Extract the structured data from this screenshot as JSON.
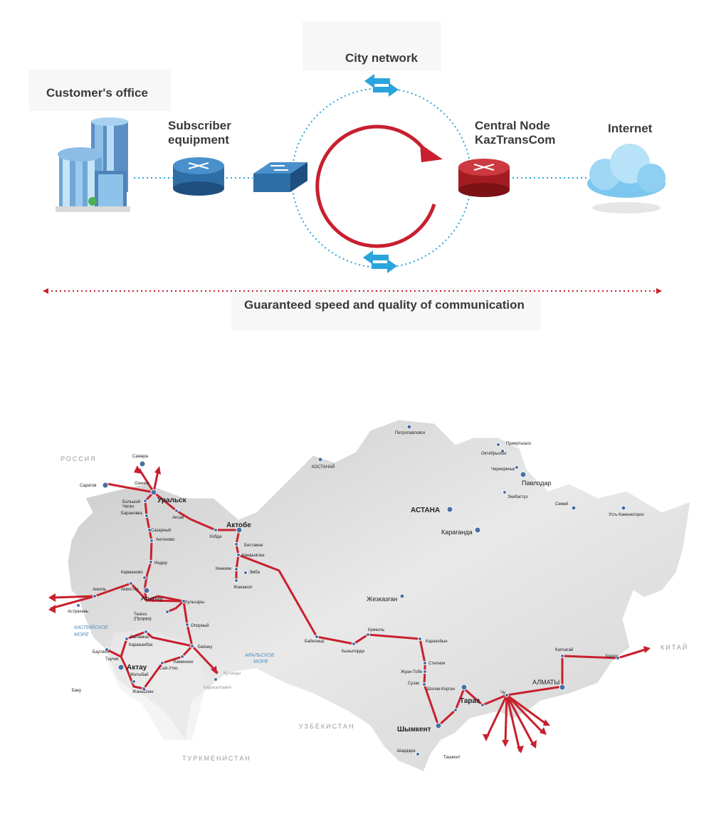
{
  "diagram": {
    "customer_office": "Customer's office",
    "subscriber_equipment": "Subscriber\nequipment",
    "city_network": "City network",
    "central_node": "Central Node\nKazTransCom",
    "internet": "Internet",
    "guarantee": "Guaranteed speed and quality of communication"
  },
  "colors": {
    "route_red": "#c8202e",
    "arrow_blue": "#2aa4dc",
    "land": "#dadada",
    "text": "#3a3a3a"
  },
  "map": {
    "countries": {
      "russia": "РОССИЯ",
      "china": "КИТАЙ",
      "uzbekistan": "УЗБЕКИСТАН",
      "turkmenistan": "ТУРКМЕНИСТАН"
    },
    "seas": {
      "caspian_1": "КАСПИЙСКОЕ",
      "caspian_2": "МОРЕ",
      "aral_1": "АРАЛЬСКОЕ",
      "aral_2": "МОРЕ"
    },
    "outside": {
      "samara": "Самара",
      "saratov": "Саратов",
      "baku": "Баку",
      "tashkent": "Ташкент",
      "astrakhan": "Астрахань"
    },
    "cities": {
      "uralsk": "Уральск",
      "aktobe": "Актобе",
      "atyrau": "Атырау",
      "aktau": "Актау",
      "astana": "АСТАНА",
      "karaganda": "Караганда",
      "pavlodar": "Павлодар",
      "semey": "Семей",
      "ust_kamenogorsk": "Усть-Каменогорск",
      "almaty": "АЛМАТЫ",
      "taraz": "Тараз",
      "shymkent": "Шымкент",
      "zhezkazgan": "Жезказган",
      "petropavlovsk": "Петропавловск",
      "kostanay": "КОСТАНАЙ"
    },
    "small": {
      "ozinki": "Озинки",
      "bolshoy_chagan": "Большой\nЧаган",
      "barankovka": "Барановка",
      "aksai": "Аксай",
      "khobda": "Хобда",
      "sazdinsky": "Сазарный",
      "antonovo": "Антоново",
      "inder": "Индер",
      "karmanovo": "Карманово",
      "akkol": "Акколь",
      "akkistau": "Аккистау",
      "kulsary": "Кульсары",
      "tengiz": "Тенгиз\n(Прорва)",
      "opornyi": "Опорный",
      "beineu": "Бейнеу",
      "kulandy": "Куланды",
      "karakalpakia": "Каракалпакия",
      "bestamak": "Бестамак",
      "kandyagash": "Кандыагаш",
      "kenkiyak": "Кенкияк",
      "emba": "Эмба",
      "zhanazhol": "Жанажол",
      "kalamkas": "Каламкас",
      "karazhanbas": "Каражанбас",
      "bautino": "Баутино",
      "tauchik": "Таучик",
      "zhetybai": "Жетыбай",
      "zhanaozen": "ЖанаОзен",
      "kamennoe": "Каменное",
      "sai_utes": "Сай-Утес",
      "baikonur": "Байконыр",
      "kyzylorda": "Кызылорда",
      "kumkol": "Кумколь",
      "karakoiyn": "Каракойын",
      "stepnoe": "Степное",
      "zhuan_tobe": "Жуан-Тобе",
      "suzak": "Сузак",
      "sholak_korgan": "Шолак-Корган",
      "chu": "Чу",
      "kapchagai": "Капчагай",
      "khorgos": "Хоргос",
      "shardara": "Шардара",
      "priirtyshsk": "Прииртышск",
      "oktyabrskoe": "Октябрьское",
      "chernorechye": "Черноречье",
      "ekibastuz": "Экибастуз"
    }
  }
}
